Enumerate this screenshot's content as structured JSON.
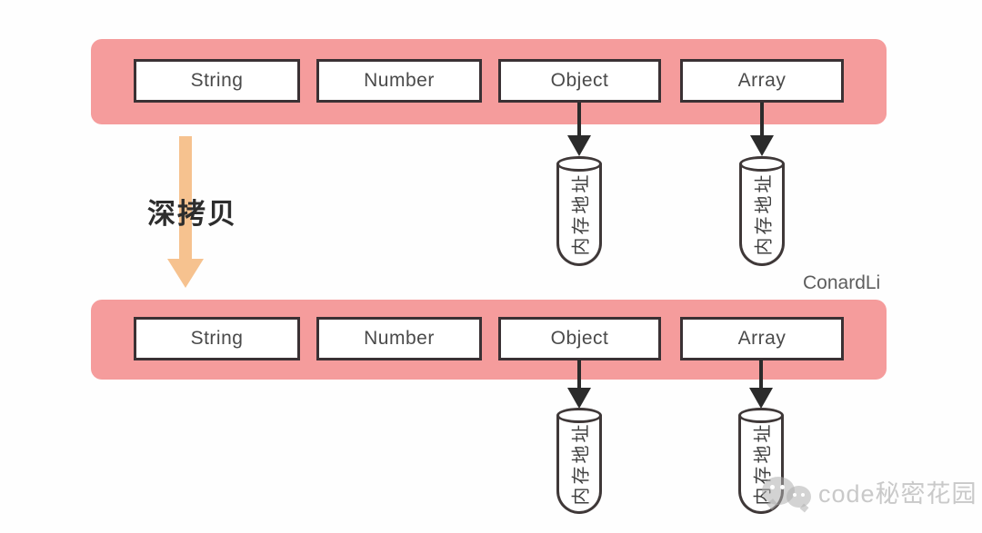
{
  "labels": {
    "deep_copy": "深拷贝",
    "memory_address": "内存地址",
    "author": "ConardLi",
    "watermark_text": "code秘密花园"
  },
  "rows": {
    "source": {
      "items": [
        "String",
        "Number",
        "Object",
        "Array"
      ]
    },
    "target": {
      "items": [
        "String",
        "Number",
        "Object",
        "Array"
      ]
    }
  },
  "colors": {
    "bar_pink": "#f59c9c",
    "box_border": "#3a3134",
    "arrow_black": "#2b2b2b",
    "deep_copy_orange": "#f6c28f",
    "watermark_gray": "#a8a8a8"
  }
}
